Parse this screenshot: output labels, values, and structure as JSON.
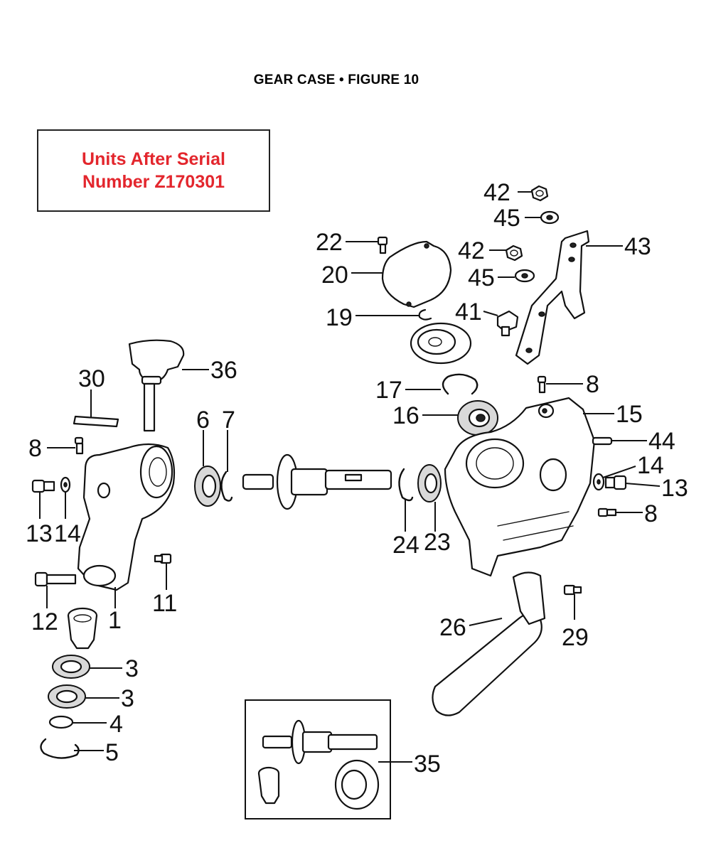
{
  "header": {
    "title": "GEAR CASE  •  FIGURE 10"
  },
  "notice": {
    "line1": "Units After Serial",
    "line2": "Number  Z170301",
    "color": "#e3262d"
  },
  "callouts": [
    {
      "id": "c42a",
      "label": "42"
    },
    {
      "id": "c45a",
      "label": "45"
    },
    {
      "id": "c22",
      "label": "22"
    },
    {
      "id": "c42b",
      "label": "42"
    },
    {
      "id": "c43",
      "label": "43"
    },
    {
      "id": "c20",
      "label": "20"
    },
    {
      "id": "c45b",
      "label": "45"
    },
    {
      "id": "c19",
      "label": "19"
    },
    {
      "id": "c41",
      "label": "41"
    },
    {
      "id": "c36",
      "label": "36"
    },
    {
      "id": "c30",
      "label": "30"
    },
    {
      "id": "c17",
      "label": "17"
    },
    {
      "id": "c8a",
      "label": "8"
    },
    {
      "id": "c16",
      "label": "16"
    },
    {
      "id": "c15",
      "label": "15"
    },
    {
      "id": "c6",
      "label": "6"
    },
    {
      "id": "c7",
      "label": "7"
    },
    {
      "id": "c8b",
      "label": "8"
    },
    {
      "id": "c44",
      "label": "44"
    },
    {
      "id": "c14a",
      "label": "14"
    },
    {
      "id": "c13a",
      "label": "13"
    },
    {
      "id": "c13b",
      "label": "13"
    },
    {
      "id": "c14b",
      "label": "14"
    },
    {
      "id": "c8c",
      "label": "8"
    },
    {
      "id": "c24",
      "label": "24"
    },
    {
      "id": "c23",
      "label": "23"
    },
    {
      "id": "c11",
      "label": "11"
    },
    {
      "id": "c12",
      "label": "12"
    },
    {
      "id": "c1",
      "label": "1"
    },
    {
      "id": "c26",
      "label": "26"
    },
    {
      "id": "c29",
      "label": "29"
    },
    {
      "id": "c3a",
      "label": "3"
    },
    {
      "id": "c3b",
      "label": "3"
    },
    {
      "id": "c4",
      "label": "4"
    },
    {
      "id": "c5",
      "label": "5"
    },
    {
      "id": "c35",
      "label": "35"
    }
  ]
}
